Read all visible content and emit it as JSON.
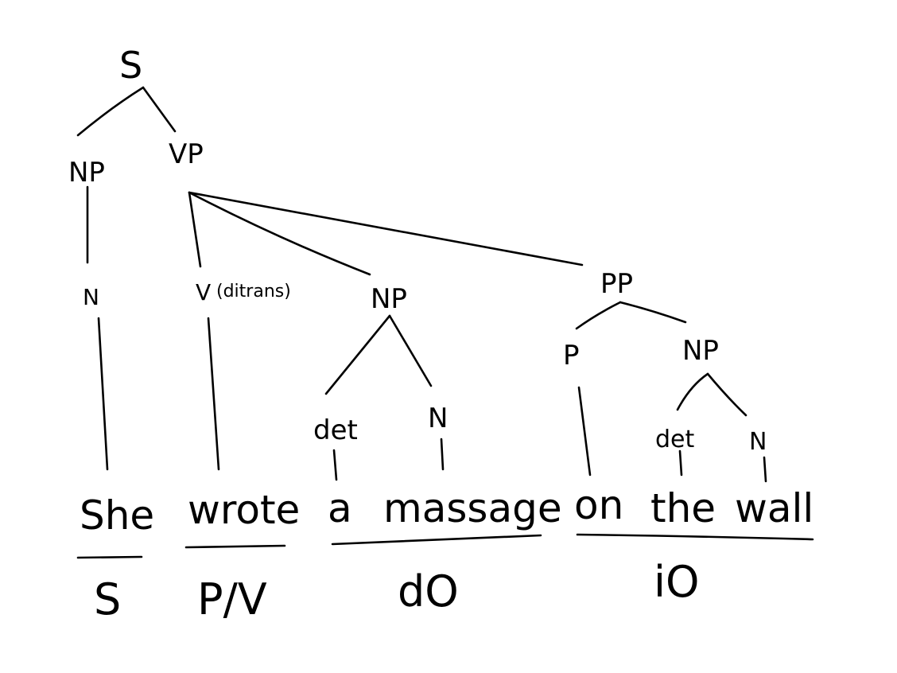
{
  "diagram": {
    "type": "syntax-tree",
    "nodes": {
      "s": "S",
      "np_subject": "NP",
      "vp": "VP",
      "n_subject": "N",
      "v": "V",
      "v_note": "(ditrans)",
      "np_object": "NP",
      "det_object": "det",
      "n_object": "N",
      "pp": "PP",
      "p": "P",
      "np_pp": "NP",
      "det_pp": "det",
      "n_pp": "N"
    },
    "sentence": {
      "words": [
        "She",
        "wrote",
        "a",
        "massage",
        "on",
        "the",
        "wall"
      ]
    },
    "constituents": [
      {
        "text": "She",
        "role": "S"
      },
      {
        "text": "wrote",
        "role": "P/V"
      },
      {
        "text": "a massage",
        "role": "dO"
      },
      {
        "text": "on the wall",
        "role": "iO"
      }
    ]
  }
}
